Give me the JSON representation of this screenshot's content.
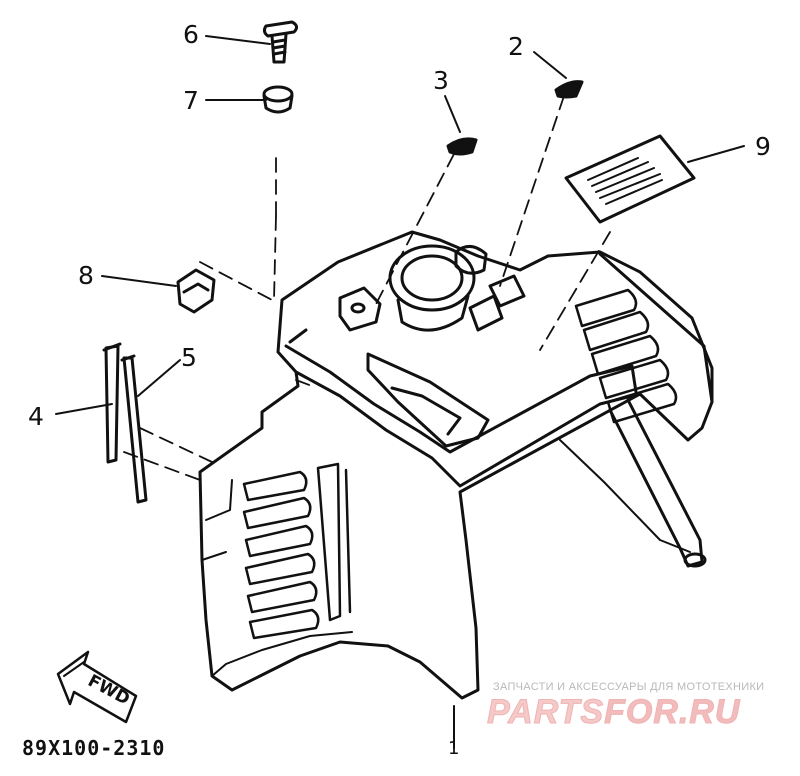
{
  "diagram": {
    "part_callouts": [
      "1",
      "2",
      "3",
      "4",
      "5",
      "6",
      "7",
      "8",
      "9"
    ],
    "direction_label": "FWD",
    "drawing_code": "89X100-2310"
  },
  "watermark": {
    "caption": "ЗАПЧАСТИ И АКСЕССУАРЫ ДЛЯ МОТОТЕХНИКИ",
    "logo_left": "PARTS",
    "logo_right": "FOR.RU"
  },
  "colors": {
    "ink": "#111111",
    "watermark": "#f6c9c9"
  }
}
